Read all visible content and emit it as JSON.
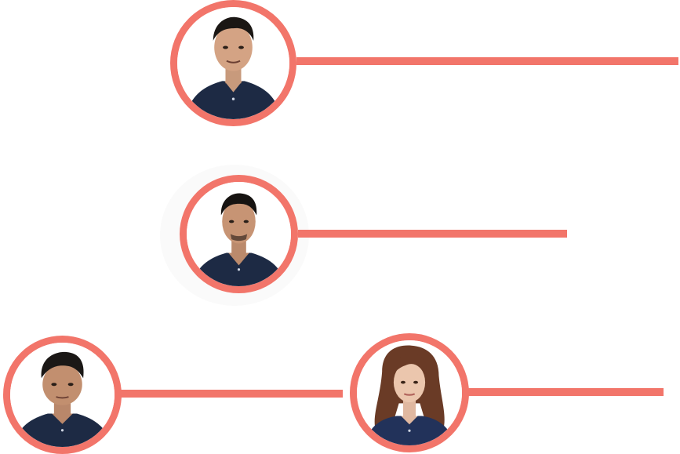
{
  "accent_color": "#f2756a",
  "background_color": "#ffffff",
  "people": [
    {
      "photo": "portrait-photo-man-short-hair",
      "shirt_color": "#1d2a44"
    },
    {
      "photo": "portrait-photo-man-short-hair",
      "shirt_color": "#1d2a44"
    },
    {
      "photo": "portrait-photo-young-man",
      "shirt_color": "#1d2a44"
    },
    {
      "photo": "portrait-photo-woman-long-hair",
      "shirt_color": "#22325a"
    }
  ]
}
